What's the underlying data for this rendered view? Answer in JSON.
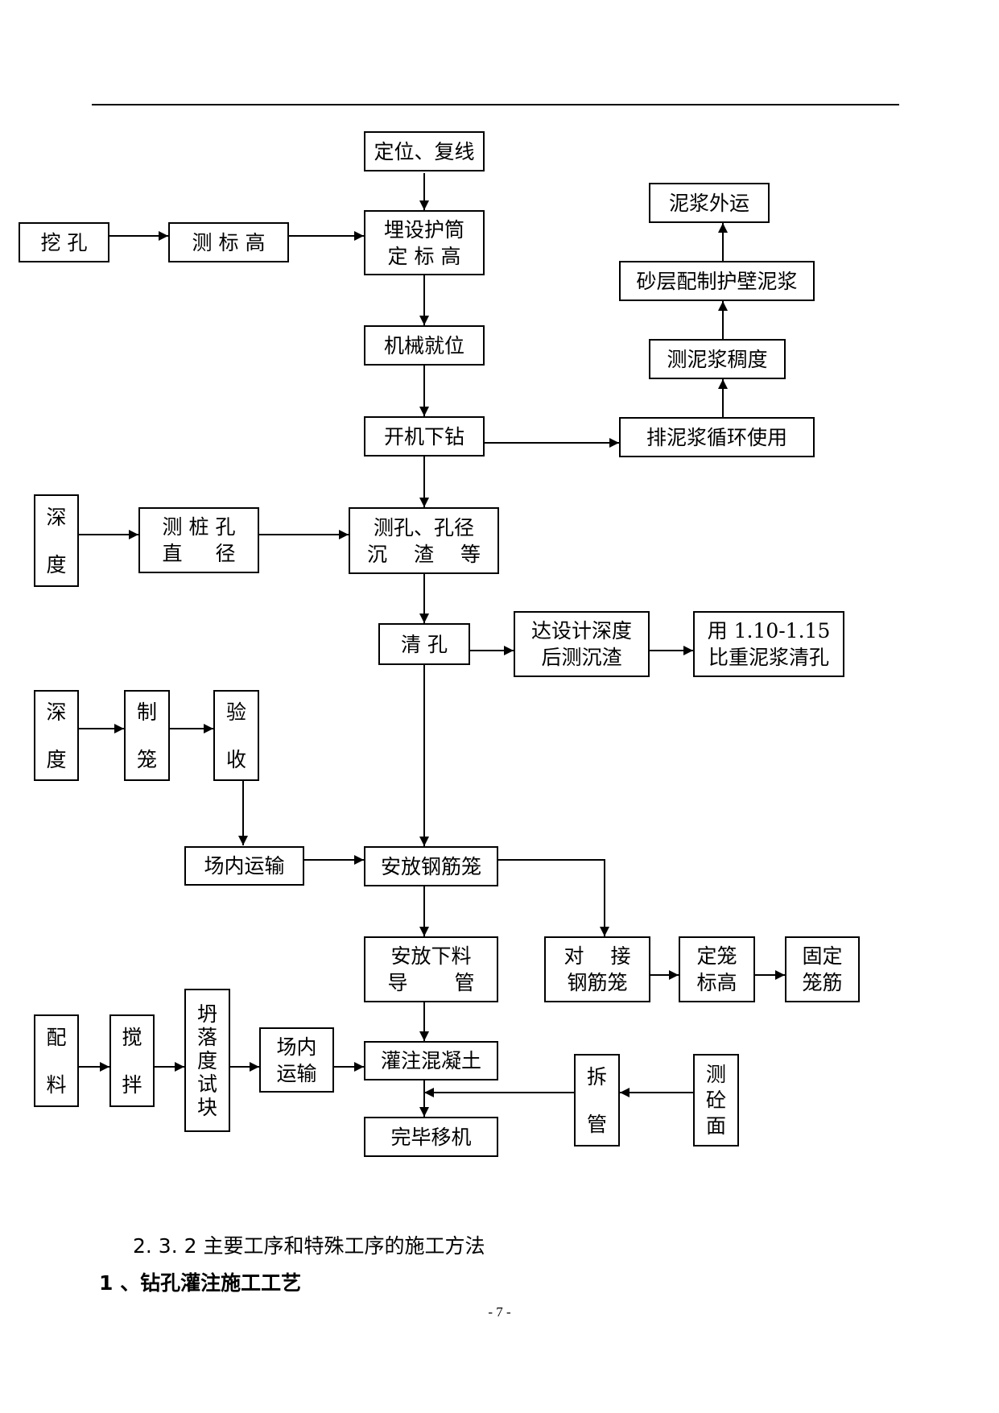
{
  "flowchart": {
    "nodes": {
      "locate": [
        "定位、复线"
      ],
      "dig_hole": [
        "挖 孔"
      ],
      "measure_elev": [
        "测 标 高"
      ],
      "bury_casing": [
        "埋设护筒",
        "定 标 高"
      ],
      "machine_pos": [
        "机械就位"
      ],
      "start_drill": [
        "开机下钻"
      ],
      "slurry_cycle": [
        "排泥浆循环使用"
      ],
      "slurry_density": [
        "测泥浆稠度"
      ],
      "sand_slurry": [
        "砂层配制护壁泥浆"
      ],
      "slurry_out": [
        "泥浆外运"
      ],
      "depth_1": [
        "深",
        "度"
      ],
      "pile_diameter": [
        "测 桩 孔",
        "直 　 径"
      ],
      "hole_check": [
        "测孔、孔径",
        "沉 　渣 　等"
      ],
      "clean_hole": [
        "清 孔"
      ],
      "sediment": [
        "达设计深度",
        "后测沉渣"
      ],
      "slurry_clean": [
        "用 1.10-1.15",
        "比重泥浆清孔"
      ],
      "depth_2": [
        "深",
        "度"
      ],
      "make_cage": [
        "制",
        "笼"
      ],
      "accept": [
        "验",
        "收"
      ],
      "transport_1": [
        "场内运输"
      ],
      "place_cage": [
        "安放钢筋笼"
      ],
      "place_tube": [
        "安放下料",
        "导 　　管"
      ],
      "join_cage": [
        "对 　接",
        "钢筋笼"
      ],
      "cage_elev": [
        "定笼",
        "标高"
      ],
      "fix_bars": [
        "固定",
        "笼筋"
      ],
      "mix_ratio": [
        "配",
        "料"
      ],
      "stir": [
        "搅",
        "拌"
      ],
      "slump_test": [
        "坍",
        "落",
        "度",
        "试",
        "块"
      ],
      "transport_2": [
        "场内",
        "运输"
      ],
      "pour": [
        "灌注混凝土"
      ],
      "finish": [
        "完毕移机"
      ],
      "remove_pipe": [
        "拆",
        "管"
      ],
      "measure_top": [
        "测",
        "砼",
        "面"
      ]
    },
    "edges": [
      [
        "locate",
        "bury_casing"
      ],
      [
        "dig_hole",
        "measure_elev"
      ],
      [
        "measure_elev",
        "bury_casing"
      ],
      [
        "bury_casing",
        "machine_pos"
      ],
      [
        "machine_pos",
        "start_drill"
      ],
      [
        "start_drill",
        "slurry_cycle"
      ],
      [
        "slurry_cycle",
        "slurry_density"
      ],
      [
        "slurry_density",
        "sand_slurry"
      ],
      [
        "sand_slurry",
        "slurry_out"
      ],
      [
        "start_drill",
        "hole_check"
      ],
      [
        "depth_1",
        "pile_diameter"
      ],
      [
        "pile_diameter",
        "hole_check"
      ],
      [
        "hole_check",
        "clean_hole"
      ],
      [
        "clean_hole",
        "sediment"
      ],
      [
        "sediment",
        "slurry_clean"
      ],
      [
        "clean_hole",
        "place_cage"
      ],
      [
        "depth_2",
        "make_cage"
      ],
      [
        "make_cage",
        "accept"
      ],
      [
        "accept",
        "transport_1"
      ],
      [
        "transport_1",
        "place_cage"
      ],
      [
        "place_cage",
        "place_tube"
      ],
      [
        "place_cage",
        "join_cage"
      ],
      [
        "join_cage",
        "cage_elev"
      ],
      [
        "cage_elev",
        "fix_bars"
      ],
      [
        "place_tube",
        "pour"
      ],
      [
        "mix_ratio",
        "stir"
      ],
      [
        "stir",
        "slump_test"
      ],
      [
        "slump_test",
        "transport_2"
      ],
      [
        "transport_2",
        "pour"
      ],
      [
        "pour",
        "finish"
      ],
      [
        "measure_top",
        "remove_pipe"
      ],
      [
        "remove_pipe",
        "pour"
      ]
    ]
  },
  "section_heading": "2. 3. 2 主要工序和特殊工序的施工方法",
  "subsection_heading": "1 、钻孔灌注施工工艺",
  "page_number": "- 7 -"
}
